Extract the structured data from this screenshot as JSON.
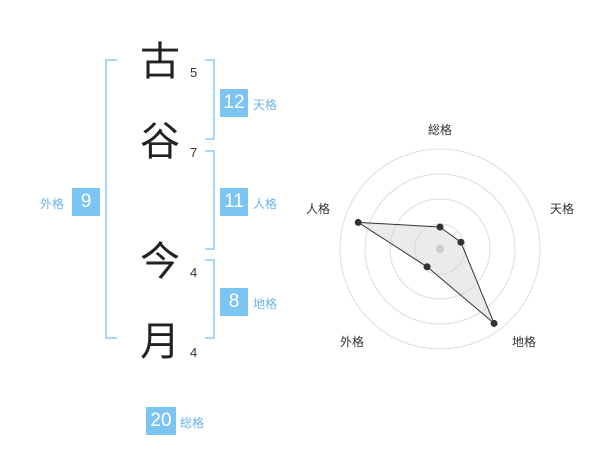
{
  "name": {
    "chars": [
      {
        "char": "古",
        "strokes": "5"
      },
      {
        "char": "谷",
        "strokes": "7"
      },
      {
        "char": "今",
        "strokes": "4"
      },
      {
        "char": "月",
        "strokes": "4"
      }
    ]
  },
  "kaku": {
    "tenkaku": {
      "value": "12",
      "label": "天格"
    },
    "jinkaku": {
      "value": "11",
      "label": "人格"
    },
    "chikaku": {
      "value": "8",
      "label": "地格"
    },
    "gaikaku": {
      "value": "9",
      "label": "外格"
    },
    "soukaku": {
      "value": "20",
      "label": "総格"
    }
  },
  "colors": {
    "accent": "#7cc4f2",
    "label": "#6ab4e8",
    "bracket": "#8ccbf2"
  },
  "radar": {
    "axes": [
      "総格",
      "天格",
      "地格",
      "外格",
      "人格"
    ],
    "values": [
      0.22,
      0.22,
      0.92,
      0.22,
      0.86
    ],
    "levels": 4
  }
}
